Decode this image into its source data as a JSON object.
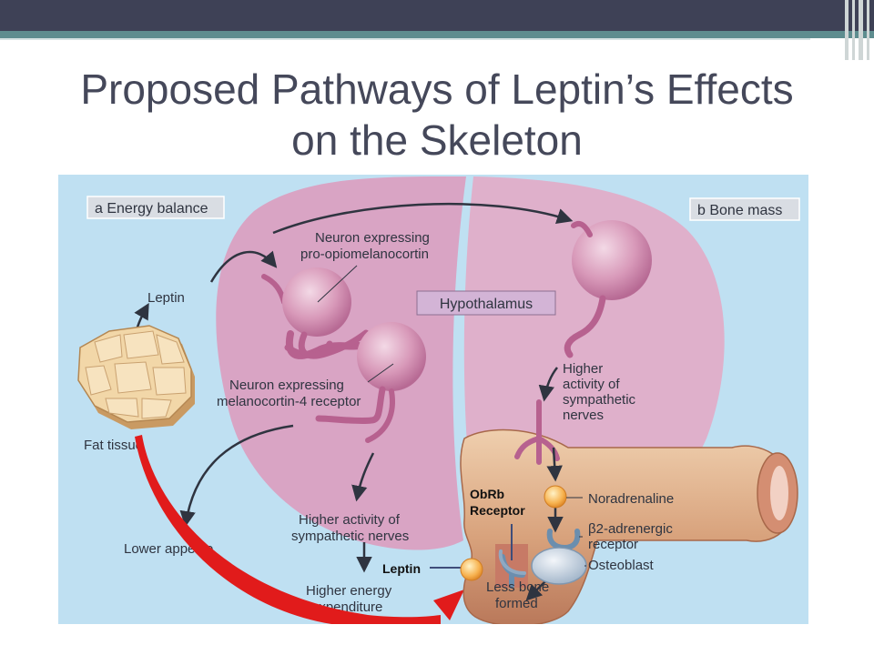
{
  "slide": {
    "title_line1": "Proposed Pathways of Leptin’s Effects",
    "title_line2": "on the Skeleton"
  },
  "diagram": {
    "panel_a": "a Energy balance",
    "panel_b": "b Bone mass",
    "hypothalamus": "Hypothalamus",
    "pomc_line1": "Neuron expressing",
    "pomc_line2": "pro-opiomelanocortin",
    "mc4_line1": "Neuron expressing",
    "mc4_line2": "melanocortin-4 receptor",
    "leptin_top": "Leptin",
    "fat_tissue": "Fat tissue",
    "lower_appetite": "Lower appetite",
    "sympa_line1": "Higher activity of",
    "sympa_line2": "sympathetic nerves",
    "energy_line1": "Higher energy",
    "energy_line2": "expenditure",
    "right_line1": "Higher",
    "right_line2": "activity of",
    "right_line3": "sympathetic",
    "right_line4": "nerves",
    "noradrenaline": "Noradrenaline",
    "b2_line1": "β2-adrenergic",
    "b2_line2": "receptor",
    "osteoblast": "Osteoblast",
    "bone_line1": "Less bone",
    "bone_line2": "formed",
    "obrb_line1": "ObRb",
    "obrb_line2": "Receptor",
    "leptin_bottom": "Leptin"
  },
  "colors": {
    "background": "#bfe0f2",
    "hypothalamus": "#d9a4c4",
    "neuron": "#c97aa6",
    "bone": "#c98e6a",
    "fat": "#f2d7a8",
    "red_arrow": "#e11b1b"
  }
}
